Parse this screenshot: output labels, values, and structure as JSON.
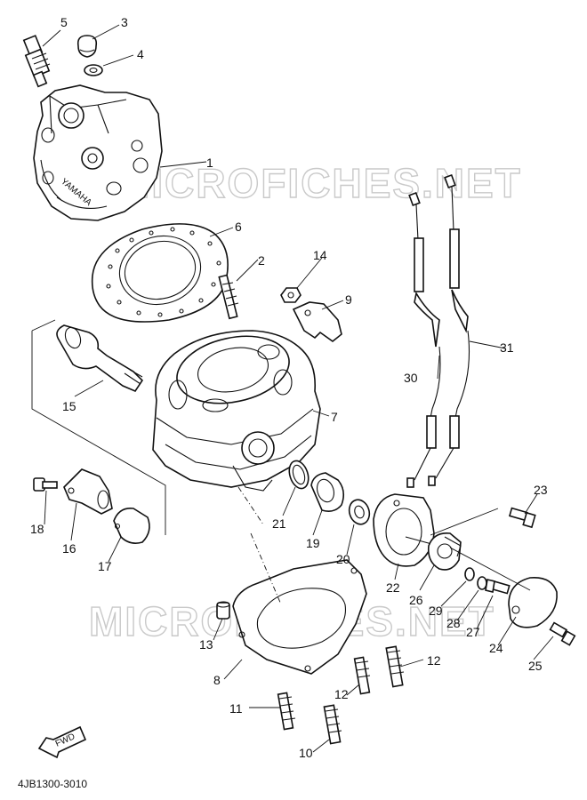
{
  "diagram": {
    "drawing_code": "4JB1300-3010",
    "watermark": "MICROFICHES.NET",
    "fwd_label": "FWD",
    "callouts": {
      "c1": "1",
      "c2": "2",
      "c3": "3",
      "c4": "4",
      "c5": "5",
      "c6": "6",
      "c7": "7",
      "c8": "8",
      "c9": "9",
      "c10": "10",
      "c11": "11",
      "c12a": "12",
      "c12b": "12",
      "c13": "13",
      "c14": "14",
      "c15": "15",
      "c16": "16",
      "c17": "17",
      "c18": "18",
      "c19": "19",
      "c20": "20",
      "c21": "21",
      "c22": "22",
      "c23": "23",
      "c24": "24",
      "c25": "25",
      "c26": "26",
      "c27": "27",
      "c28": "28",
      "c29": "29",
      "c30": "30",
      "c31": "31"
    }
  }
}
